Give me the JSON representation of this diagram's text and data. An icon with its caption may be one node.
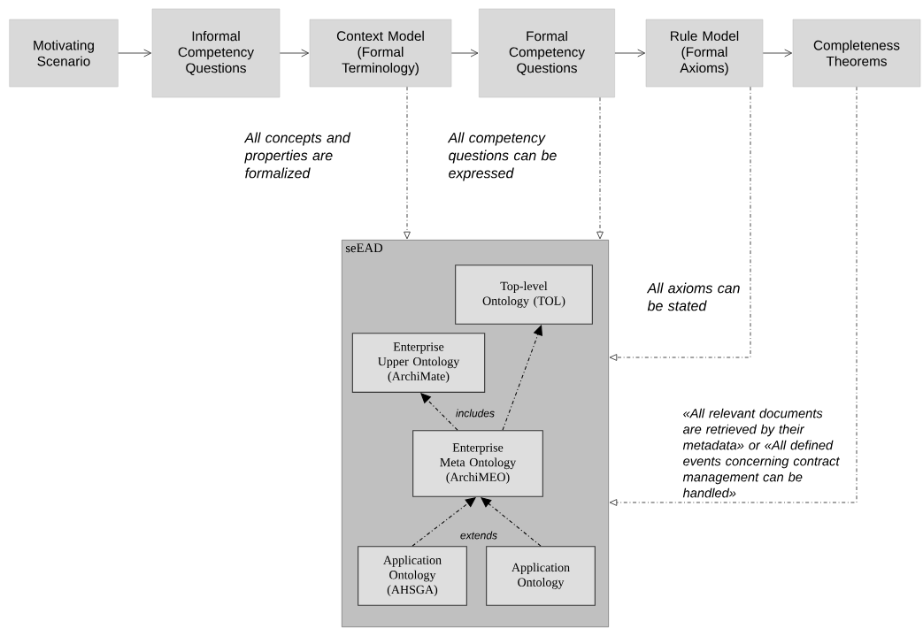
{
  "diagram": {
    "nodes": [
      {
        "text": [
          "Motivating Scenario"
        ]
      },
      {
        "text": [
          "Informal Competency Questions"
        ]
      },
      {
        "text": [
          "Context Model (Formal Terminology)"
        ]
      },
      {
        "text": [
          "Formal Competency Questions"
        ]
      },
      {
        "text": [
          "Rule Model (Formal Axioms)"
        ]
      },
      {
        "text": [
          "Completeness Theorems"
        ]
      },
      {
        "text": [
          "seEAD"
        ]
      },
      {
        "text": [
          "Top-level Ontology (TOL)"
        ],
        "in": 6
      },
      {
        "text": [
          "Enterprise Upper Ontology (ArchiMate)"
        ],
        "in": 6
      },
      {
        "text": [
          "Enterprise Meta Ontology (ArchiMEO)"
        ],
        "in": 6
      },
      {
        "text": [
          "Application Ontology (AHSGA)"
        ],
        "in": 6
      },
      {
        "text": [
          "Application Ontology"
        ],
        "in": 6
      }
    ],
    "edges": [
      {
        "from": 0,
        "to": 1,
        "arrow": "to"
      },
      {
        "from": 1,
        "to": 2,
        "arrow": "to"
      },
      {
        "from": 2,
        "to": 3,
        "arrow": "to"
      },
      {
        "from": 3,
        "to": 4,
        "arrow": "to"
      },
      {
        "from": 4,
        "to": 5,
        "arrow": "to"
      },
      {
        "from": 2,
        "to": 6,
        "arrow": "to",
        "style": "dashed",
        "label": "All concepts and properties are formalized"
      },
      {
        "from": 3,
        "to": 6,
        "arrow": "to",
        "style": "dashed",
        "label": "All competency questions can be expressed"
      },
      {
        "from": 4,
        "to": 6,
        "arrow": "to",
        "style": "dashed",
        "label": "All axioms can be stated"
      },
      {
        "from": 5,
        "to": 6,
        "arrow": "to",
        "style": "dashed",
        "label": "«All relevant documents are retrieved by their metadata» or «All defined events concerning contract management can be handled»"
      },
      {
        "from": 9,
        "to": 8,
        "arrow": "to",
        "style": "dashed",
        "label": "includes"
      },
      {
        "from": 9,
        "to": 7,
        "arrow": "to",
        "style": "dashed"
      },
      {
        "from": 10,
        "to": 9,
        "arrow": "to",
        "style": "dashed",
        "label": "extends"
      },
      {
        "from": 11,
        "to": 9,
        "arrow": "to",
        "style": "dashed"
      }
    ]
  }
}
